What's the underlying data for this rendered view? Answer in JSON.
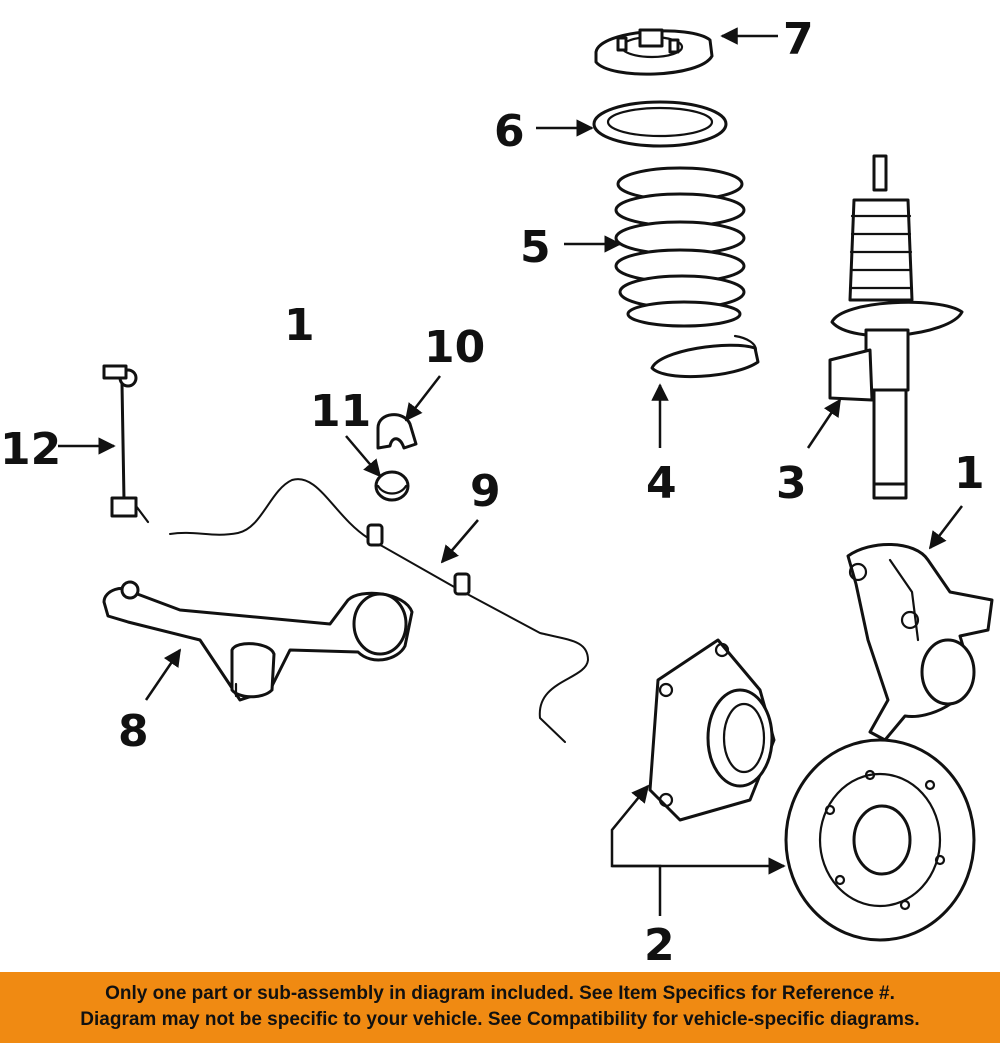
{
  "callouts": {
    "c1_top": "1",
    "c1_right": "1",
    "c2": "2",
    "c3": "3",
    "c4": "4",
    "c5": "5",
    "c6": "6",
    "c7": "7",
    "c8": "8",
    "c9": "9",
    "c10": "10",
    "c11": "11",
    "c12": "12"
  },
  "banner": {
    "line1": "Only one part or sub-assembly in diagram included. See Item Specifics for Reference #.",
    "line2": "Diagram may not be specific to your vehicle. See Compatibility for vehicle-specific diagrams.",
    "background": "#f08a12",
    "text_color": "#111111"
  }
}
